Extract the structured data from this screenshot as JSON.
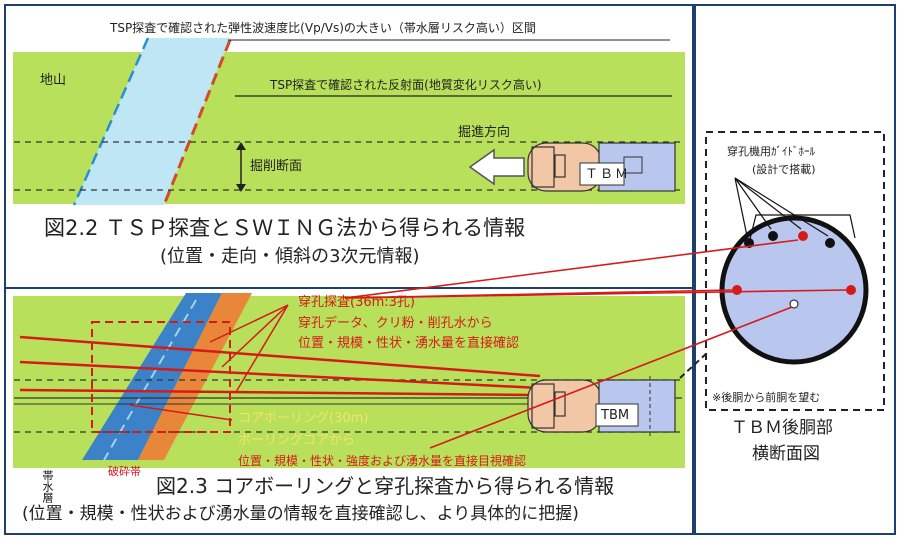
{
  "top": {
    "label_vp_vs": "TSP探査で確認された弾性波速度比(Vp/Vs)の大きい（帯水層リスク高い）区間",
    "label_ground": "地山",
    "label_reflection": "TSP探査で確認された反射面(地質変化リスク高い)",
    "label_direction": "掘進方向",
    "label_section": "掘削断面",
    "label_tbm": "ＴＢＭ",
    "caption_title": "図2.2 ＴＳＰ探査とＳＷＩＮＧ法から得られる情報",
    "caption_sub": "(位置・走向・傾斜の3次元情報)"
  },
  "bottom": {
    "label_drill": "穿孔探査(36m:3孔)",
    "label_drill_data1": "穿孔データ、クリ粉・削孔水から",
    "label_drill_data2": "位置・規模・性状・湧水量を直接確認",
    "label_core": "コアボーリング(30m)",
    "label_core_from": "ボーリングコアから",
    "label_core_check": "位置・規模・性状・強度および湧水量を直接目視確認",
    "label_aquifer": "帯水層",
    "label_fracture": "破砕帯",
    "label_tbm": "TBM",
    "caption_title": "図2.3 コアボーリングと穿孔探査から得られる情報",
    "caption_sub": "(位置・規模・性状および湧水量の情報を直接確認し、より具体的に把握)"
  },
  "right": {
    "label_guide1": "穿孔機用ｶﾞｲﾄﾞﾎｰﾙ",
    "label_guide2": "(設計で搭載)",
    "label_view": "※後胴から前胴を望む",
    "label_title1": "ＴＢＭ後胴部",
    "label_title2": "横断面図"
  },
  "colors": {
    "ground": "#b9e05a",
    "aquifer": "#bfe6f5",
    "aquifer_dark": "#3c82c8",
    "fracture": "#e8873a",
    "tbm_orange": "#f2c7a6",
    "tbm_blue": "#b9c6ee",
    "drill_red": "#d51a1a",
    "frame": "#1f3f6e"
  }
}
